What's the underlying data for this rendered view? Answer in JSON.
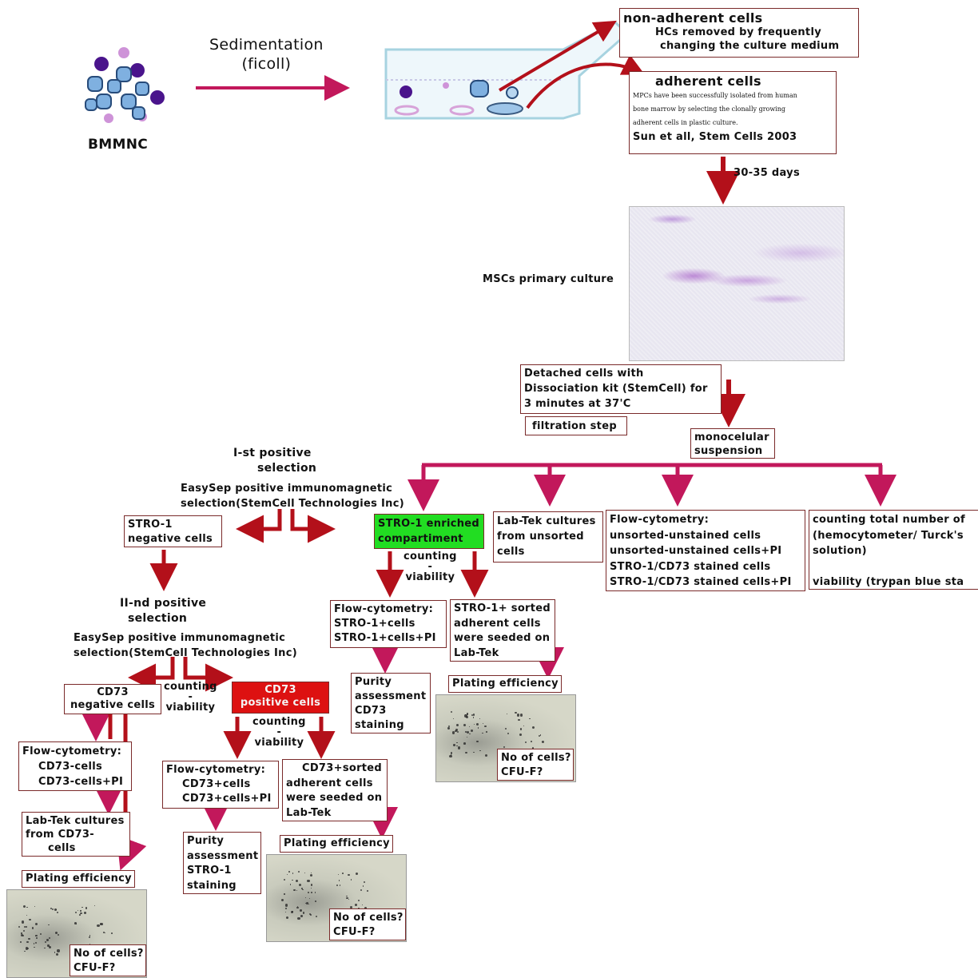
{
  "top": {
    "sedimentation": [
      "Sedimentation",
      "(ficoll)"
    ],
    "bmmnc_label": "BMMNC",
    "non_adherent": {
      "title": "non-adherent cells",
      "lines": [
        "HCs removed by frequently",
        "changing the culture medium"
      ]
    },
    "adherent": {
      "title": "adherent cells",
      "small_lines": [
        "MPCs have been successfully isolated from human",
        "bone marrow by selecting the clonally growing",
        "adherent cells in plastic culture."
      ],
      "citation": "Sun et all, Stem Cells 2003"
    },
    "duration": "30-35 days",
    "msc_label": "MSCs primary culture",
    "detached": [
      "Detached cells with",
      "Dissociation kit (StemCell) for",
      "3 minutes at 37'C"
    ],
    "filtration": "filtration step",
    "monocellular": [
      "monocelular",
      "suspension"
    ]
  },
  "first_selection": {
    "title": [
      "I-st positive",
      "selection"
    ],
    "easysep": [
      "EasySep positive immunomagnetic",
      "selection(StemCell Technologies Inc)"
    ],
    "stro_negative": [
      "STRO-1",
      "negative cells"
    ],
    "stro_enriched": [
      "STRO-1 enriched",
      "compartiment"
    ],
    "counting": [
      "counting",
      "-",
      "viability"
    ],
    "labtek_unsorted": [
      "Lab-Tek cultures",
      "from unsorted",
      "cells"
    ],
    "flow_main": [
      "Flow-cytometry:",
      "unsorted-unstained cells",
      "unsorted-unstained cells+PI",
      "STRO-1/CD73 stained cells",
      "STRO-1/CD73 stained cells+PI"
    ],
    "counting_total": [
      "counting total number of",
      "(hemocytometer/ Turck's",
      "solution)",
      "",
      "viability (trypan blue sta"
    ],
    "flow_stro": [
      "Flow-cytometry:",
      "STRO-1+cells",
      "STRO-1+cells+PI"
    ],
    "stro_sorted": [
      "STRO-1+ sorted",
      "adherent cells",
      "were seeded on",
      "Lab-Tek"
    ],
    "purity_cd73": [
      "Purity",
      "assessment",
      "CD73",
      "staining"
    ],
    "plating": "Plating efficiency",
    "cells_q": [
      "No of cells?",
      "CFU-F?"
    ]
  },
  "second_selection": {
    "title": [
      "II-nd positive",
      "selection"
    ],
    "easysep": [
      "EasySep positive immunomagnetic",
      "selection(StemCell Technologies Inc)"
    ],
    "cd73_negative": [
      "CD73",
      "negative cells"
    ],
    "counting_left": [
      "counting",
      "-",
      "viability"
    ],
    "cd73_positive": [
      "CD73",
      "positive cells"
    ],
    "counting_right": [
      "counting",
      "-",
      "viability"
    ],
    "flow_neg": [
      "Flow-cytometry:",
      "CD73-cells",
      "CD73-cells+PI"
    ],
    "labtek_neg": [
      "Lab-Tek cultures",
      "from CD73-",
      "cells"
    ],
    "plating_neg": "Plating efficiency",
    "cells_q_neg": [
      "No of cells?",
      "CFU-F?"
    ],
    "flow_pos": [
      "Flow-cytometry:",
      "CD73+cells",
      "CD73+cells+PI"
    ],
    "cd73_sorted": [
      "CD73+sorted",
      "adherent cells",
      "were seeded on",
      "Lab-Tek"
    ],
    "purity_stro": [
      "Purity",
      "assessment",
      "STRO-1",
      "staining"
    ],
    "plating_pos": "Plating efficiency",
    "cells_q_pos": [
      "No of cells?",
      "CFU-F?"
    ]
  },
  "colors": {
    "arrow_magenta": "#c2185b",
    "arrow_red": "#b3101a",
    "box_border": "#7a2a2a",
    "green_box": "#22dd22",
    "red_box": "#dd1111",
    "cell_purple": "#6a1b9a",
    "cell_blue": "#4a7ab0"
  }
}
